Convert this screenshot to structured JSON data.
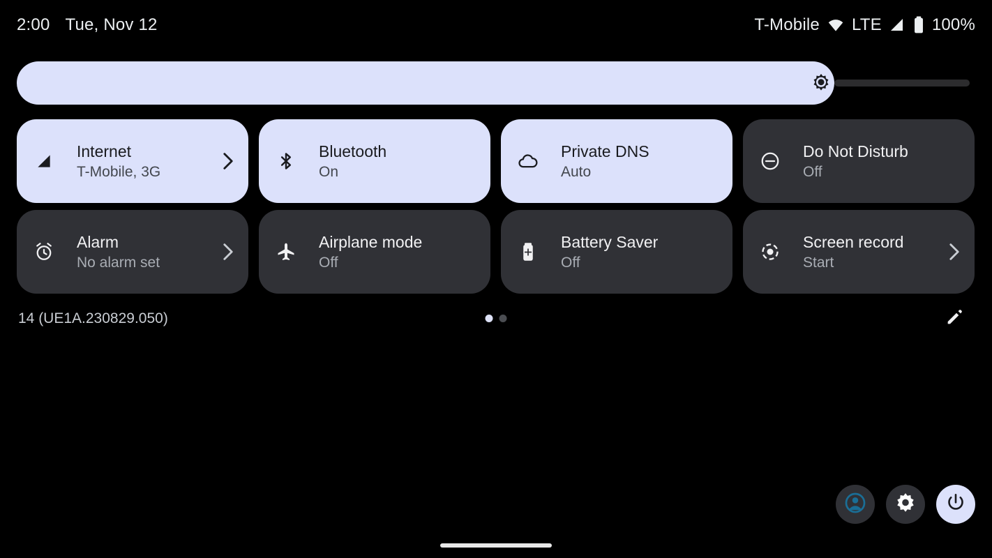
{
  "status_bar": {
    "time": "2:00",
    "date": "Tue, Nov 12",
    "carrier": "T-Mobile",
    "network_type": "LTE",
    "battery_percent": "100%",
    "icons": [
      "wifi-icon",
      "signal-icon",
      "battery-icon"
    ]
  },
  "brightness": {
    "name": "brightness-slider",
    "icon": "brightness-icon",
    "value_percent": 85,
    "fill_color": "#dce1fb",
    "track_color": "#2c2c2e"
  },
  "tiles": [
    {
      "id": "internet",
      "icon": "signal-bars-icon",
      "title": "Internet",
      "subtitle": "T-Mobile, 3G",
      "state": "active",
      "chevron": true
    },
    {
      "id": "bluetooth",
      "icon": "bluetooth-icon",
      "title": "Bluetooth",
      "subtitle": "On",
      "state": "active",
      "chevron": false
    },
    {
      "id": "private-dns",
      "icon": "cloud-icon",
      "title": "Private DNS",
      "subtitle": "Auto",
      "state": "active",
      "chevron": false
    },
    {
      "id": "do-not-disturb",
      "icon": "do-not-disturb-icon",
      "title": "Do Not Disturb",
      "subtitle": "Off",
      "state": "inactive",
      "chevron": false
    },
    {
      "id": "alarm",
      "icon": "alarm-clock-icon",
      "title": "Alarm",
      "subtitle": "No alarm set",
      "state": "inactive",
      "chevron": true
    },
    {
      "id": "airplane-mode",
      "icon": "airplane-icon",
      "title": "Airplane mode",
      "subtitle": "Off",
      "state": "inactive",
      "chevron": false
    },
    {
      "id": "battery-saver",
      "icon": "battery-plus-icon",
      "title": "Battery Saver",
      "subtitle": "Off",
      "state": "inactive",
      "chevron": false
    },
    {
      "id": "screen-record",
      "icon": "record-icon",
      "title": "Screen record",
      "subtitle": "Start",
      "state": "inactive",
      "chevron": true
    }
  ],
  "footer": {
    "build_label": "14 (UE1A.230829.050)",
    "pages": {
      "count": 2,
      "active_index": 0
    },
    "edit_icon": "pencil-icon"
  },
  "actions": [
    {
      "id": "user-switcher",
      "icon": "user-avatar-icon",
      "style": "dark",
      "icon_color": "#1a6e96"
    },
    {
      "id": "settings",
      "icon": "gear-icon",
      "style": "dark",
      "icon_color": "#ffffff"
    },
    {
      "id": "power",
      "icon": "power-icon",
      "style": "light",
      "icon_color": "#1a1b1f"
    }
  ],
  "colors": {
    "background": "#000000",
    "tile_active": "#dce1fb",
    "tile_inactive": "#303136",
    "accent_teal": "#1a6e96"
  }
}
